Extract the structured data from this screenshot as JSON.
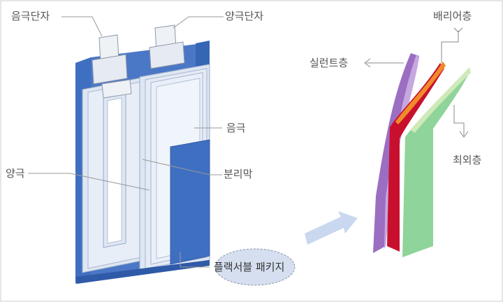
{
  "labels": {
    "anode_terminal": "음극단자",
    "cathode_terminal": "양극단자",
    "anode": "음극",
    "cathode": "양극",
    "separator": "분리막",
    "flexible_package": "플랙서블 패키지",
    "sealant_layer": "실런트층",
    "barrier_layer": "배리어층",
    "outer_layer": "최외층"
  },
  "colors": {
    "pouch_blue": "#3f6fc0",
    "electrode_pale": "#dde6f4",
    "sealant_purple": "#9b6ec2",
    "barrier_red": "#c8102e",
    "outer_green": "#8fd49a",
    "arrow_blue": "#c9d8ef"
  }
}
